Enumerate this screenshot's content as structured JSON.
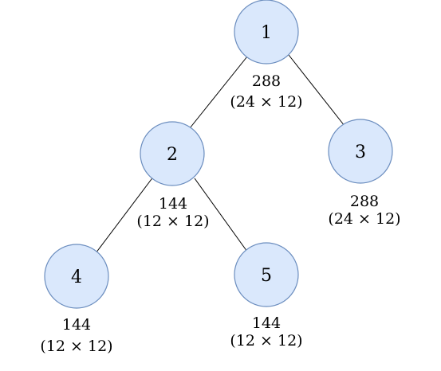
{
  "diagram": {
    "nodes": [
      {
        "id": "1",
        "label": "1",
        "annotation_value": "288",
        "annotation_shape": "(24 × 12)"
      },
      {
        "id": "2",
        "label": "2",
        "annotation_value": "144",
        "annotation_shape": "(12 × 12)"
      },
      {
        "id": "3",
        "label": "3",
        "annotation_value": "288",
        "annotation_shape": "(24 × 12)"
      },
      {
        "id": "4",
        "label": "4",
        "annotation_value": "144",
        "annotation_shape": "(12 × 12)"
      },
      {
        "id": "5",
        "label": "5",
        "annotation_value": "144",
        "annotation_shape": "(12 × 12)"
      }
    ],
    "edges": [
      {
        "from": "1",
        "to": "2"
      },
      {
        "from": "1",
        "to": "3"
      },
      {
        "from": "2",
        "to": "4"
      },
      {
        "from": "2",
        "to": "5"
      }
    ],
    "colors": {
      "node_fill": "#dae8fc",
      "node_stroke": "#6c8ebf",
      "edge": "#000000"
    }
  }
}
